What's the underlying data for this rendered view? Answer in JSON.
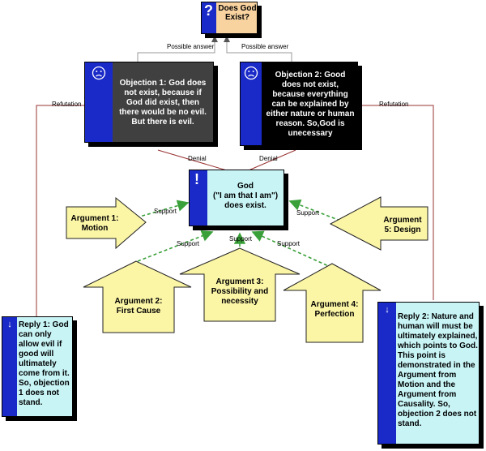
{
  "question": {
    "icon": "question-mark-icon",
    "text": "Does God Exist?"
  },
  "objection1": {
    "icon": "sad-face-icon",
    "text": "Objection 1: God does not exist, because if God did exist, then there would be no evil.  But there is evil."
  },
  "objection2": {
    "icon": "sad-face-icon",
    "text": "Objection 2: Good does not exist, because everything can be explained by either nature or human reason. So,God is unecessary"
  },
  "claim": {
    "icon": "exclamation-icon",
    "line1": "God",
    "line2": "(\"I am that I am\")",
    "line3": "does exist."
  },
  "arguments": {
    "a1": "Argument 1: Motion",
    "a2": "Argument 2: First Cause",
    "a3": "Argument 3: Possibility and necessity",
    "a4": "Argument 4: Perfection",
    "a5": "Argument 5: Design"
  },
  "replies": {
    "r1": {
      "icon": "down-arrow-icon",
      "text": "Reply 1: God can only allow evil if good will ultimately come from it. So, objection 1 does not stand."
    },
    "r2": {
      "icon": "down-arrow-icon",
      "text": "Reply 2: Nature and human will must be ultimately explained, which points to God. This point is demonstrated in the Argument from Motion and the Argument from Causality.  So, objection 2 does not stand."
    }
  },
  "labels": {
    "possible_answer_left": "Possible answer",
    "possible_answer_right": "Possible answer",
    "denial_left": "Denial",
    "denial_right": "Denial",
    "refutation_left": "Refutation",
    "refutation_right": "Refutation",
    "support_a1": "Support",
    "support_a2": "Support",
    "support_a3": "Support",
    "support_a4": "Support",
    "support_a5": "Support"
  },
  "colors": {
    "question_fill": "#f8d3a0",
    "objection1_fill": "#404040",
    "objection2_fill": "#000000",
    "claim_fill": "#c8f4f6",
    "argument_fill": "#fbf5a6",
    "reply_fill": "#c8f4f6",
    "stripe": "#1a2ac8",
    "support_arrow": "#3aa03a"
  }
}
